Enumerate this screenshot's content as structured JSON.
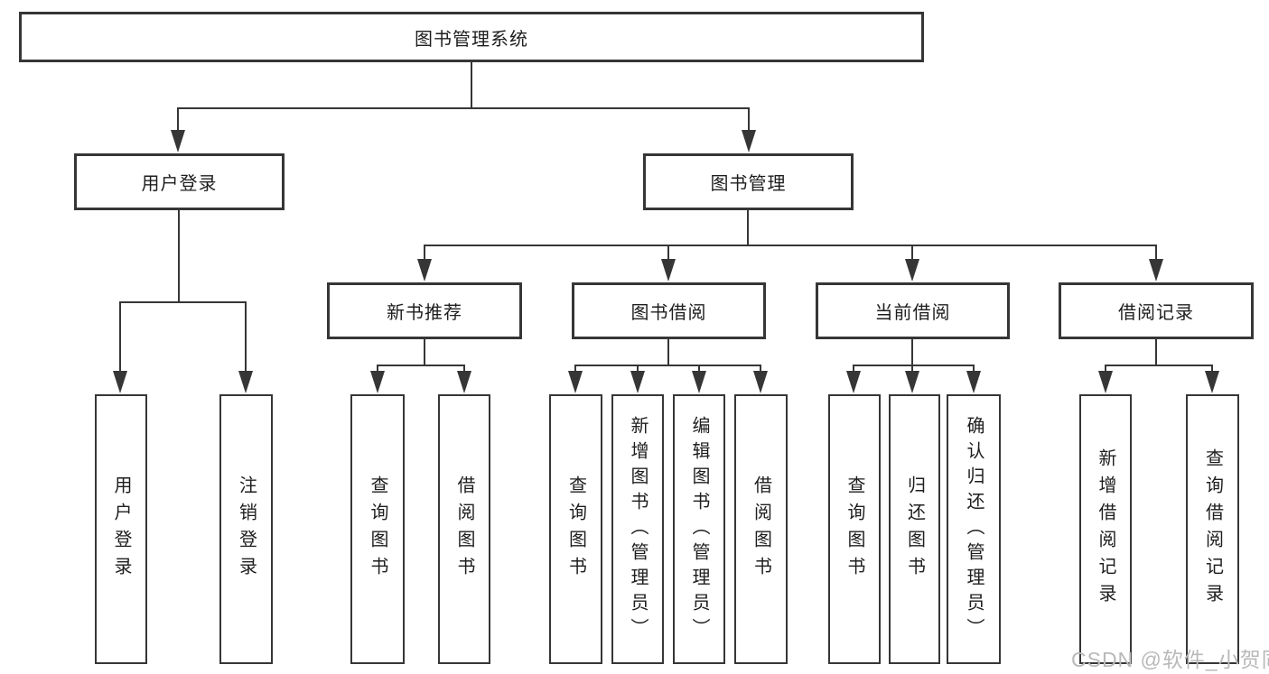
{
  "diagram": {
    "root": {
      "label": "图书管理系统"
    },
    "level2": [
      {
        "label": "用户登录"
      },
      {
        "label": "图书管理"
      }
    ],
    "level3": [
      {
        "label": "新书推荐"
      },
      {
        "label": "图书借阅"
      },
      {
        "label": "当前借阅"
      },
      {
        "label": "借阅记录"
      }
    ],
    "leaves": {
      "login": [
        "用户登录",
        "注销登录"
      ],
      "recommend": [
        "查询图书",
        "借阅图书"
      ],
      "borrow": [
        "查询图书",
        "新增图书（管理员）",
        "编辑图书（管理员）",
        "借阅图书"
      ],
      "current": [
        "查询图书",
        "归还图书",
        "确认归还（管理员）"
      ],
      "records": [
        "新增借阅记录",
        "查询借阅记录"
      ]
    }
  },
  "watermark": {
    "text": "CSDN @软件_小贺同学"
  },
  "colors": {
    "line": "#363636",
    "text": "#1e1e1e",
    "watermark": "#b9b9b9",
    "background": "#ffffff"
  }
}
